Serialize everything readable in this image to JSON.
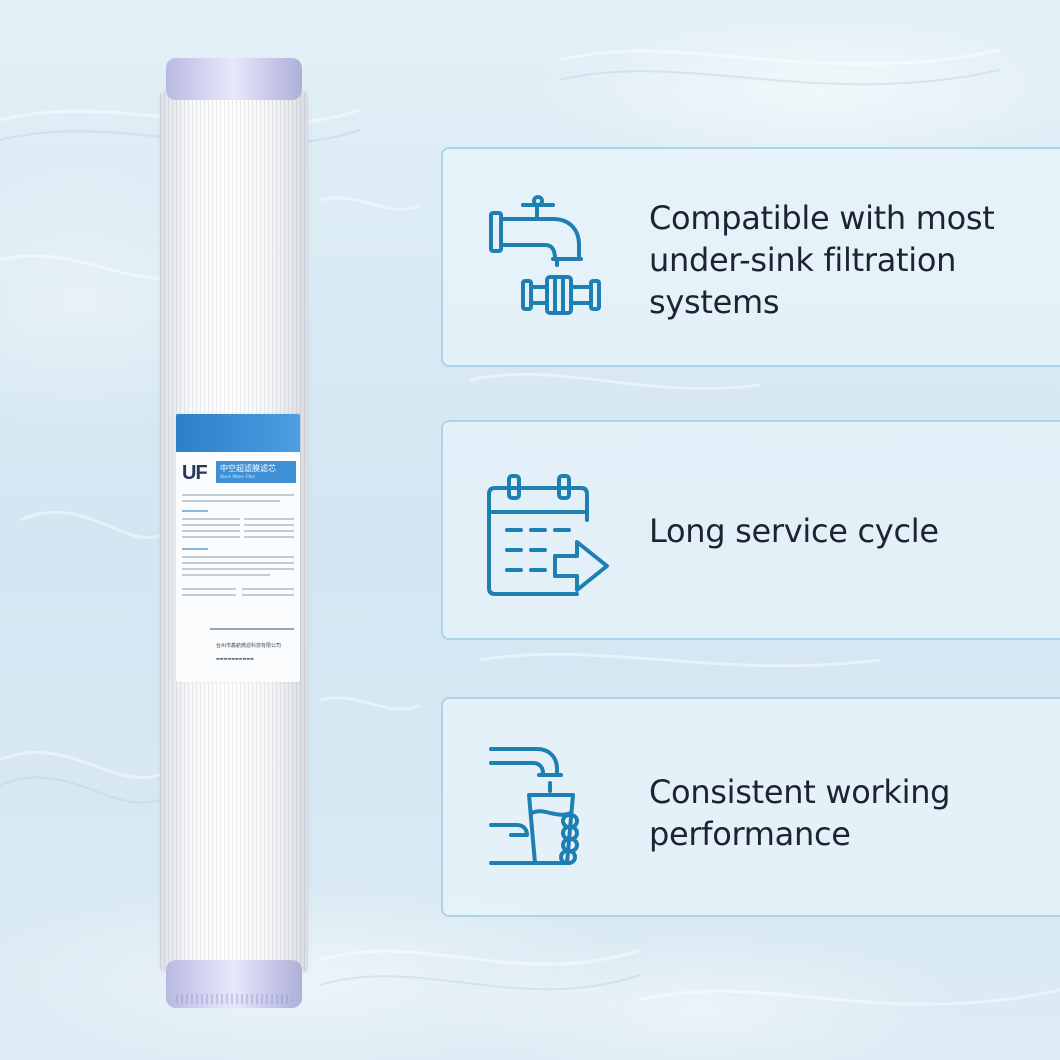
{
  "theme": {
    "accent": "#1e7fb3",
    "card_border": "#a9d5ea",
    "text": "#1d2430"
  },
  "product": {
    "label_code": "UF",
    "label_tag_title": "中空超滤膜滤芯",
    "label_tag_subtitle": "Stack Water Filter",
    "label_company": "台州市鑫航微滤科技有限公司"
  },
  "features": [
    {
      "icon": "faucet-pipe-icon",
      "text": "Compatible with most under-sink filtration systems"
    },
    {
      "icon": "calendar-arrow-icon",
      "text": "Long service cycle"
    },
    {
      "icon": "hand-holding-glass-icon",
      "text": "Consistent working performance"
    }
  ]
}
